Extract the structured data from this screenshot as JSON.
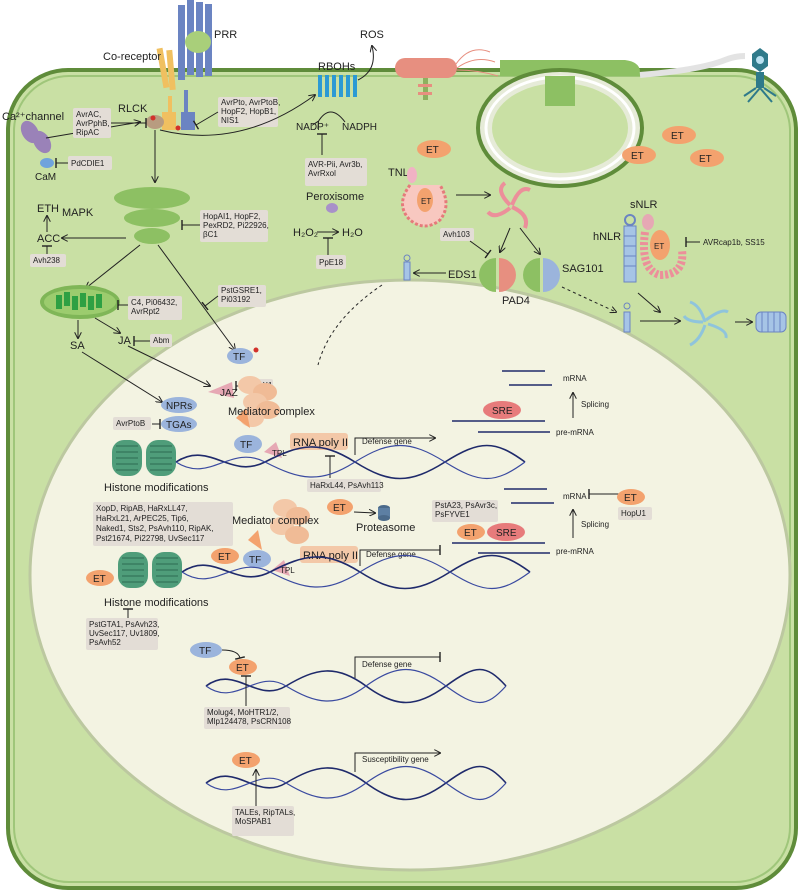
{
  "labels": {
    "ca_channel": "Ca²⁺channel",
    "co_receptor": "Co-receptor",
    "prr": "PRR",
    "rlck": "RLCK",
    "cam": "CaM",
    "ros": "ROS",
    "rbohs": "RBOHs",
    "nadp": "NADP⁺",
    "nadph": "NADPH",
    "mapk": "MAPK",
    "eth": "ETH",
    "acc": "ACC",
    "peroxisome": "Peroxisome",
    "h2o2": "H₂O₂",
    "h2o": "H₂O",
    "tnl": "TNL",
    "snlr": "sNLR",
    "hnlr": "hNLR",
    "eds1": "EDS1",
    "sag101": "SAG101",
    "pad4": "PAD4",
    "sa": "SA",
    "ja": "JA",
    "tf": "TF",
    "jaz": "JAZ",
    "nprs": "NPRs",
    "tgas": "TGAs",
    "mediator": "Mediator complex",
    "rna_pol": "RNA poly II",
    "tpl": "TPL",
    "defense_gene": "Defense gene",
    "histone": "Histone modifications",
    "mrna": "mRNA",
    "pre_mrna": "pre-mRNA",
    "splicing": "Splicing",
    "sre": "SRE",
    "proteasome": "Proteasome",
    "susceptibility_gene": "Susceptibility gene",
    "et": "ET"
  },
  "effectors": {
    "avrac": "AvrAC,\nAvrPphB,\nRipAC",
    "avrpto": "AvrPto, AvrPtoB,\nHopF2, HopB1,\nNIS1",
    "pdcdie1": "PdCDIE1",
    "avrpii": "AVR-Pii, Avr3b,\nAvrRxol",
    "hopai1": "HopAI1, HopF2,\nPexRD2, Pi22926,\nβC1",
    "avh238": "Avh238",
    "ppe18": "PpE18",
    "avh103": "Avh103",
    "avrcap1b": "AVRcap1b, SS15",
    "c4": "C4, Pi06432,\nAvrRpt2",
    "pstgsre1": "PstGSRE1,\nPi03192",
    "abm": "Abm",
    "hopx1": "HopX1",
    "avrptob": "AvrPtoB",
    "haRxL44": "HaRxL44, PsAvh113",
    "xopd": "XopD, RipAB, HaRxLL47,\nHaRxL21, ArPEC25, Tip6,\nNaked1, Sts2, PsAvh110, RipAK,\nPst21674, Pi22798, UvSec117",
    "psta23": "PstA23, PsAvr3c,\nPsFYVE1",
    "hopu1": "HopU1",
    "pstgta1": "PstGTA1, PsAvh23,\nUvSec117, Uv1809,\nPsAvh52",
    "molug4": "Molug4, MoHTR1/2,\nMlp124478, PsCRN108",
    "tales": "TALEs, RipTALs,\nMoSPAB1"
  },
  "colors": {
    "cell_fill": "#c9e0a4",
    "cell_stroke": "#5f8c3a",
    "nucleus_fill": "#f3f3e2",
    "et": "#f3a26e",
    "tf": "#9bb4dc",
    "sre": "#e77b7b",
    "prr": "#6b84c2",
    "co_receptor": "#f0c060",
    "mapk": "#8dc063",
    "effector_box": "#e3ddd6",
    "dna": "#1f2a6b"
  }
}
